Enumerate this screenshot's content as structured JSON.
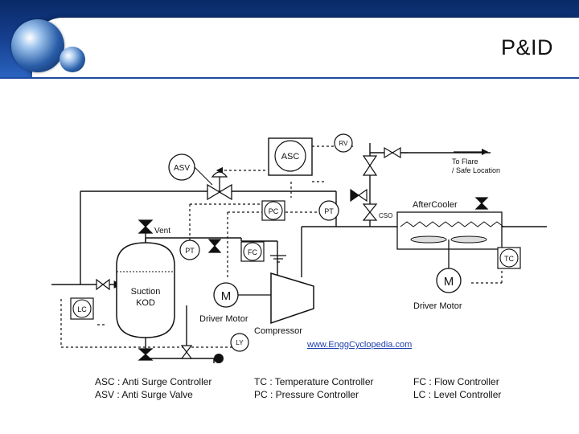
{
  "slide": {
    "title": "P&ID"
  },
  "diagram": {
    "tags": {
      "asc": "ASC",
      "asv": "ASV",
      "rv": "RV",
      "pc": "PC",
      "pt_discharge": "PT",
      "pt_suction": "PT",
      "fc": "FC",
      "lc": "LC",
      "tc": "TC",
      "ly": "LY",
      "cso": "CSO",
      "motor_compressor": "M",
      "motor_cooler": "M"
    },
    "labels": {
      "vent": "Vent",
      "suction_kod_line1": "Suction",
      "suction_kod_line2": "KOD",
      "to_flare_line1": "To Flare",
      "to_flare_line2": "/ Safe Location",
      "aftercooler": "AfterCooler",
      "driver_motor_left": "Driver Motor",
      "driver_motor_right": "Driver Motor",
      "compressor": "Compressor",
      "website": "www.EnggCyclopedia.com"
    },
    "legend": [
      "ASC : Anti Surge Controller",
      "ASV : Anti Surge Valve",
      "TC : Temperature Controller",
      "PC : Pressure Controller",
      "FC : Flow Controller",
      "LC : Level Controller"
    ],
    "colors": {
      "line": "#111111",
      "link": "#1f3fae"
    }
  }
}
